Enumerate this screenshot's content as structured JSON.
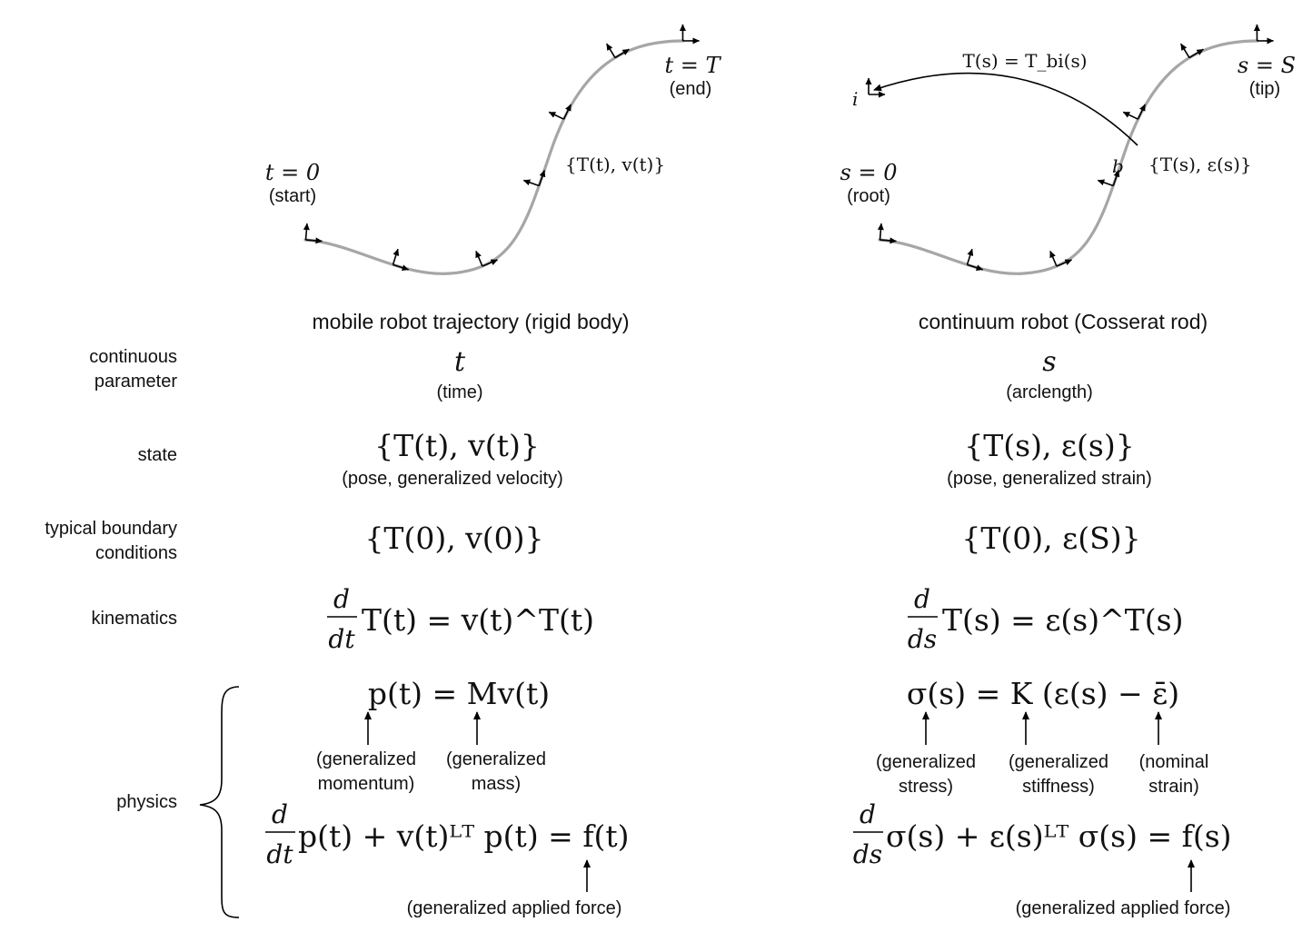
{
  "row_labels": {
    "continuous_parameter": [
      "continuous",
      "parameter"
    ],
    "state": "state",
    "boundary_conditions": [
      "typical boundary",
      "conditions"
    ],
    "kinematics": "kinematics",
    "physics": "physics"
  },
  "left": {
    "title": "mobile robot trajectory (rigid body)",
    "start_math": "t = 0",
    "start_label": "(start)",
    "end_math": "t = T",
    "end_label": "(end)",
    "frame_label": "{T(t), v(t)}",
    "param_symbol": "t",
    "param_desc": "(time)",
    "state": "{T(t), v(t)}",
    "state_desc": "(pose, generalized velocity)",
    "boundary": "{T(0), v(0)}",
    "kin_num": "d",
    "kin_den": "dt",
    "kin_rest": "T(t) = v(t)^T(t)",
    "phys1": "p(t) = Mv(t)",
    "ann_p": [
      "(generalized",
      "momentum)"
    ],
    "ann_M": [
      "(generalized",
      "mass)"
    ],
    "phys2_num": "d",
    "phys2_den": "dt",
    "phys2_rest": "p(t) + v(t)ᴸᵀ p(t) = f(t)",
    "ann_f": "(generalized applied force)"
  },
  "right": {
    "title": "continuum robot (Cosserat rod)",
    "start_math": "s = 0",
    "start_label": "(root)",
    "end_math": "s = S",
    "end_label": "(tip)",
    "frame_label": "{T(s), ε(s)}",
    "transform_label": "T(s) = T_bi(s)",
    "inertial_label": "i",
    "body_label": "b",
    "param_symbol": "s",
    "param_desc": "(arclength)",
    "state": "{T(s), ε(s)}",
    "state_desc": "(pose, generalized strain)",
    "boundary": "{T(0), ε(S)}",
    "kin_num": "d",
    "kin_den": "ds",
    "kin_rest": "T(s) = ε(s)^T(s)",
    "phys1": "σ(s) = K (ε(s) − ε̄)",
    "ann_sigma": [
      "(generalized",
      "stress)"
    ],
    "ann_K": [
      "(generalized",
      "stiffness)"
    ],
    "ann_eps": [
      "(nominal",
      "strain)"
    ],
    "phys2_num": "d",
    "phys2_den": "ds",
    "phys2_rest": "σ(s) + ε(s)ᴸᵀ σ(s) = f(s)",
    "ann_f": "(generalized applied force)"
  }
}
